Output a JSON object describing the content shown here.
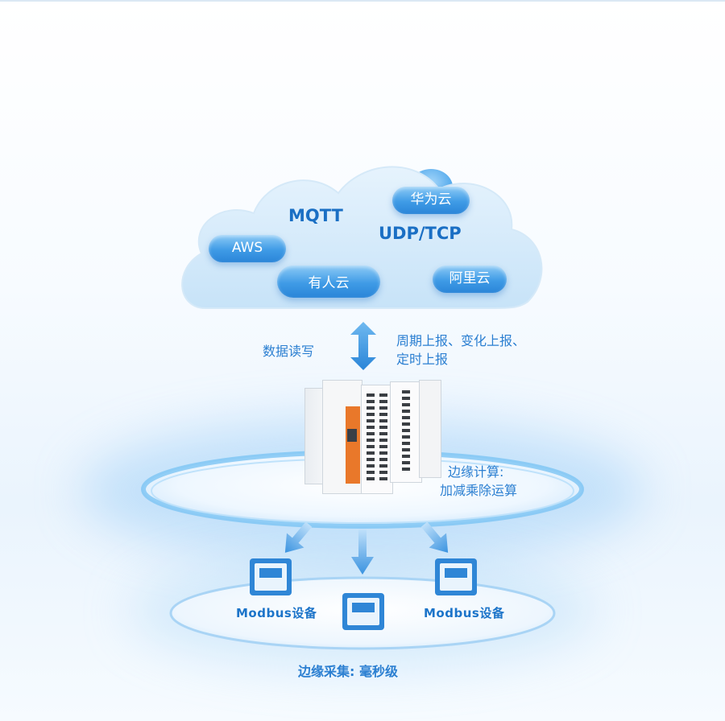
{
  "cloud": {
    "protocols": [
      "MQTT",
      "UDP/TCP"
    ],
    "services": [
      "AWS",
      "华为云",
      "有人云",
      "阿里云"
    ]
  },
  "link": {
    "left_label": "数据读写",
    "right_label_line1": "周期上报、变化上报、",
    "right_label_line2": "定时上报"
  },
  "edge": {
    "label_line1": "边缘计算:",
    "label_line2": "加减乘除运算"
  },
  "devices": {
    "left": "Modbus设备",
    "right": "Modbus设备"
  },
  "bottom_label": "边缘采集: 毫秒级",
  "colors": {
    "primary_blue": "#1a6fc4",
    "accent_orange": "#e9782a"
  }
}
